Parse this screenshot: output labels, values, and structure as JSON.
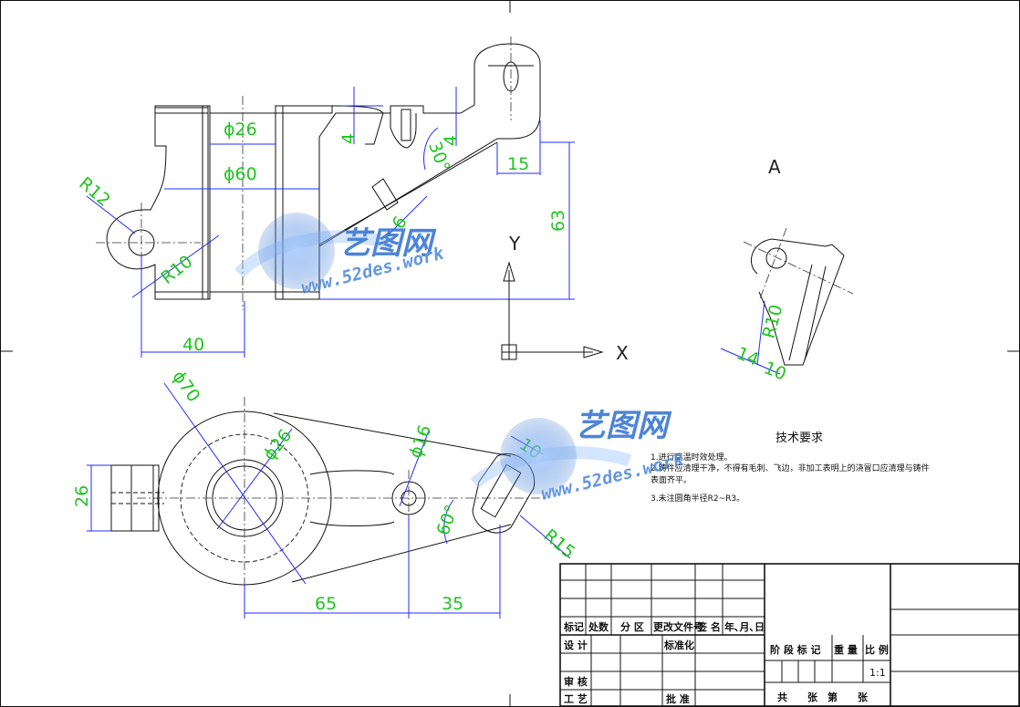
{
  "view_label_a": "A",
  "axis": {
    "x": "X",
    "y": "Y"
  },
  "dimensions": {
    "d26_top": "ϕ26",
    "d60": "ϕ60",
    "r12": "R12",
    "r10_left": "R10",
    "len40": "40",
    "dim4_a": "4",
    "dim4_b": "4",
    "ang30": "30°",
    "dim6": "6",
    "len15": "15",
    "h63": "63",
    "r10_a": "R10",
    "len14": "14",
    "len10": "10",
    "d70": "ϕ70",
    "d26_bottom": "ϕ26",
    "d16": "ϕ16",
    "len26": "26",
    "len10_b": "10",
    "ang60": "60°",
    "r15": "R15",
    "len65": "65",
    "len35": "35"
  },
  "notes": {
    "title": "技术要求",
    "items": [
      "1.进行高温时效处理。",
      "2.铸件应清理干净，不得有毛刺、飞边，非加工表明上的浇冒口应清理与铸件",
      "表面齐平。",
      "3.未注圆角半径R2~R3。"
    ]
  },
  "title_block": {
    "mark": "标记",
    "count": "处数",
    "zone": "分 区",
    "change_doc": "更改文件号",
    "signature": "签 名",
    "date": "年､月､日",
    "design": "设 计",
    "standardize": "标准化",
    "review": "审 核",
    "process": "工 艺",
    "approve": "批 准",
    "stage_mark": "阶 段 标 记",
    "weight": "重 量",
    "scale": "比 例",
    "scale_value": "1:1",
    "sheets": "共　　张　第　　张"
  },
  "watermark": {
    "cn": "艺图网",
    "url": "www.52des.work"
  }
}
